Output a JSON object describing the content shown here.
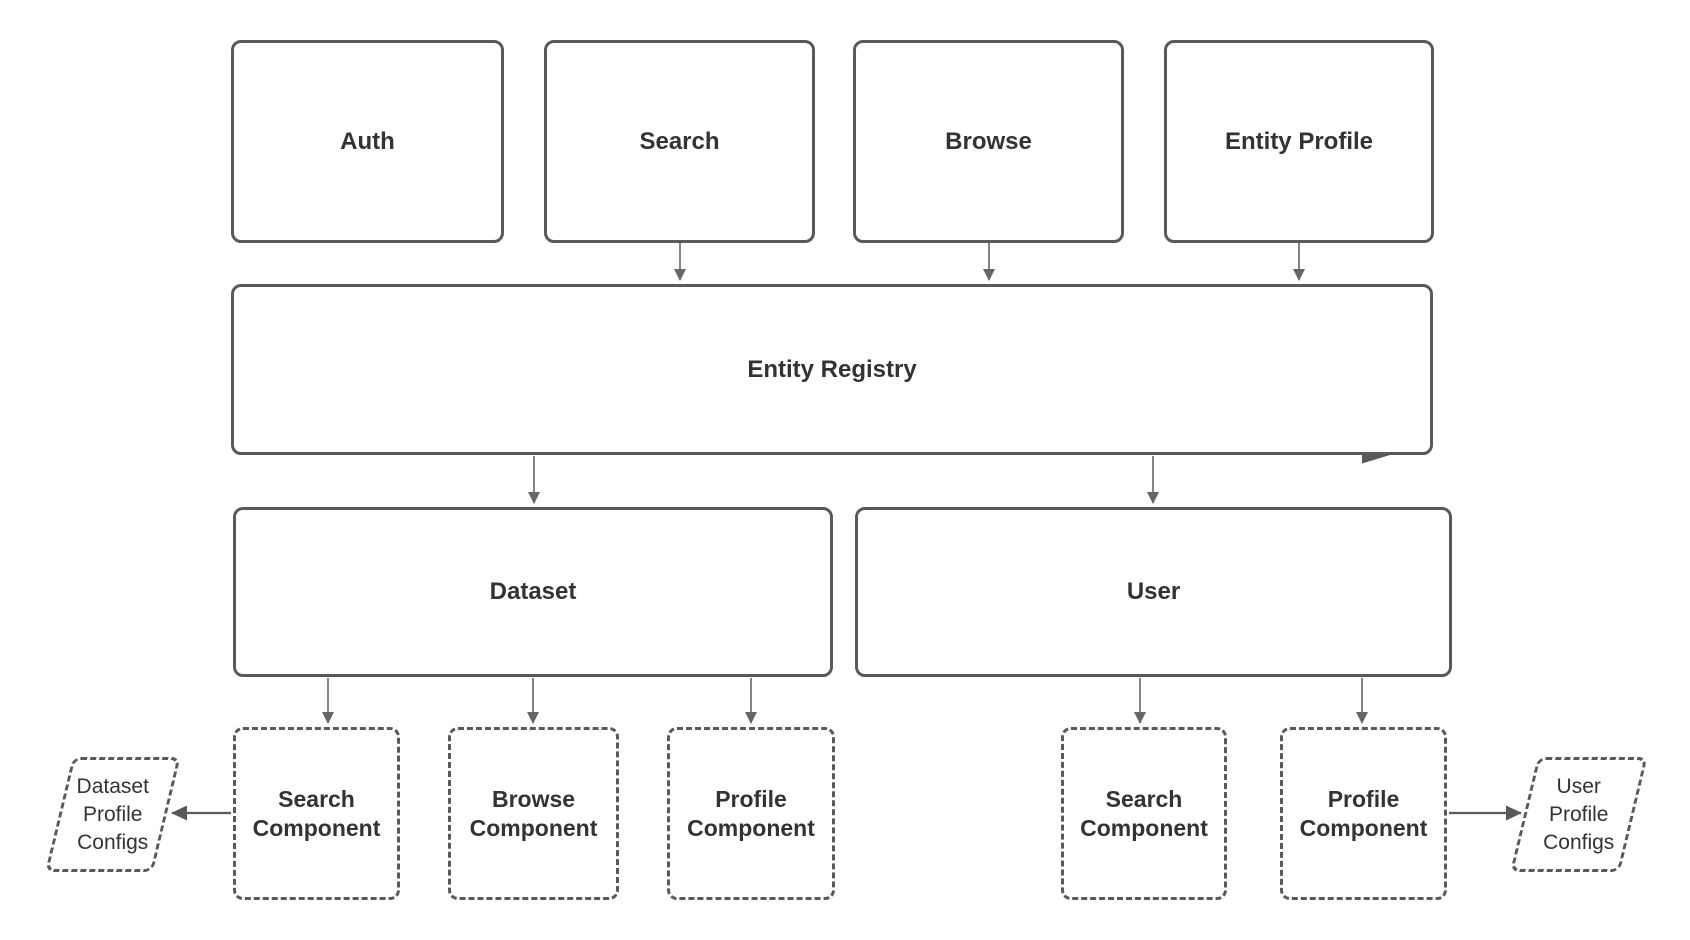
{
  "diagram": {
    "colors": {
      "background": "#ffffff",
      "stroke": "#595959",
      "text": "#333333",
      "arrow": "#666666"
    },
    "nodes": {
      "auth": {
        "label": "Auth"
      },
      "search": {
        "label": "Search"
      },
      "browse": {
        "label": "Browse"
      },
      "entity_profile": {
        "label": "Entity Profile"
      },
      "entity_registry": {
        "label": "Entity Registry"
      },
      "dataset": {
        "label": "Dataset"
      },
      "user": {
        "label": "User"
      },
      "dataset_search_component": {
        "label": "Search Component"
      },
      "dataset_browse_component": {
        "label": "Browse Component"
      },
      "dataset_profile_component": {
        "label": "Profile Component"
      },
      "user_search_component": {
        "label": "Search Component"
      },
      "user_profile_component": {
        "label": "Profile Component"
      },
      "dataset_profile_configs": {
        "label": "Dataset Profile Configs"
      },
      "user_profile_configs": {
        "label": "User Profile Configs"
      }
    },
    "edges": [
      {
        "from": "search",
        "to": "entity_registry"
      },
      {
        "from": "browse",
        "to": "entity_registry"
      },
      {
        "from": "entity_profile",
        "to": "entity_registry"
      },
      {
        "from": "entity_registry",
        "to": "dataset"
      },
      {
        "from": "entity_registry",
        "to": "user"
      },
      {
        "from": "entity_registry",
        "to": "entity_registry",
        "note": "right-pointing arrowhead on bottom-right edge"
      },
      {
        "from": "dataset",
        "to": "dataset_search_component"
      },
      {
        "from": "dataset",
        "to": "dataset_browse_component"
      },
      {
        "from": "dataset",
        "to": "dataset_profile_component"
      },
      {
        "from": "user",
        "to": "user_search_component"
      },
      {
        "from": "user",
        "to": "user_profile_component"
      },
      {
        "from": "dataset_search_component",
        "to": "dataset_profile_configs"
      },
      {
        "from": "user_profile_component",
        "to": "user_profile_configs"
      }
    ]
  }
}
